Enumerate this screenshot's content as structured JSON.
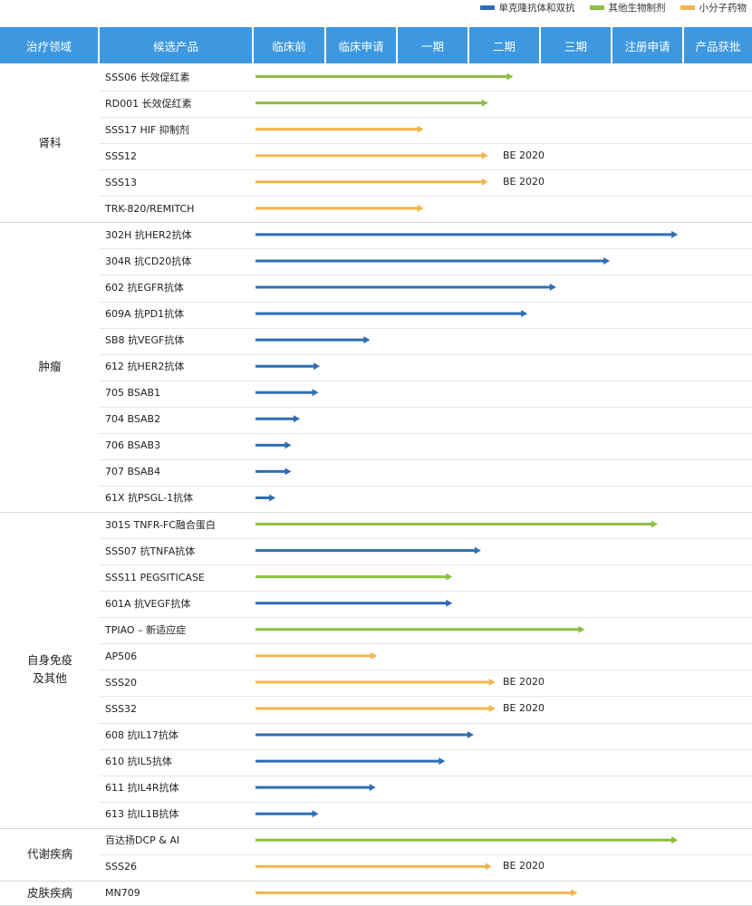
{
  "legend": [
    {
      "label": "单克隆抗体和双抗",
      "color": "#2f6db5"
    },
    {
      "label": "其他生物制剂",
      "color": "#8dbf3f"
    },
    {
      "label": "小分子药物",
      "color": "#f0b64d"
    }
  ],
  "header": [
    "治疗领域",
    "候选产品",
    "临床前",
    "临床申请",
    "一期",
    "二期",
    "三期",
    "注册申请",
    "产品获批"
  ],
  "chart_data": {
    "type": "bar",
    "stages": [
      "临床前",
      "临床申请",
      "一期",
      "二期",
      "三期",
      "注册申请",
      "产品获批"
    ],
    "series_types": [
      "单克隆抗体和双抗",
      "其他生物制剂",
      "小分子药物"
    ],
    "groups": [
      {
        "name": "肾科",
        "rows": [
          {
            "label": "SSS06 长效促红素",
            "type": "其他生物制剂",
            "progress": 3.6
          },
          {
            "label": "RD001 长效促红素",
            "type": "其他生物制剂",
            "progress": 3.25
          },
          {
            "label": "SSS17 HIF 抑制剂",
            "type": "小分子药物",
            "progress": 2.35
          },
          {
            "label": "SSS12",
            "type": "小分子药物",
            "progress": 3.25,
            "note": "BE 2020"
          },
          {
            "label": "SSS13",
            "type": "小分子药物",
            "progress": 3.25,
            "note": "BE 2020"
          },
          {
            "label": "TRK-820/REMITCH",
            "type": "小分子药物",
            "progress": 2.35
          }
        ]
      },
      {
        "name": "肿瘤",
        "rows": [
          {
            "label": "302H 抗HER2抗体",
            "type": "单克隆抗体和双抗",
            "progress": 5.9
          },
          {
            "label": "304R 抗CD20抗体",
            "type": "单克隆抗体和双抗",
            "progress": 4.95
          },
          {
            "label": "602   抗EGFR抗体",
            "type": "单克隆抗体和双抗",
            "progress": 4.2
          },
          {
            "label": "609A 抗PD1抗体",
            "type": "单克隆抗体和双抗",
            "progress": 3.8
          },
          {
            "label": "SB8   抗VEGF抗体",
            "type": "单克隆抗体和双抗",
            "progress": 1.6
          },
          {
            "label": "612   抗HER2抗体",
            "type": "单克隆抗体和双抗",
            "progress": 0.9
          },
          {
            "label": "705   BSAB1",
            "type": "单克隆抗体和双抗",
            "progress": 0.88
          },
          {
            "label": "704   BSAB2",
            "type": "单克隆抗体和双抗",
            "progress": 0.62
          },
          {
            "label": "706   BSAB3",
            "type": "单克隆抗体和双抗",
            "progress": 0.5
          },
          {
            "label": "707   BSAB4",
            "type": "单克隆抗体和双抗",
            "progress": 0.5
          },
          {
            "label": "61X  抗PSGL-1抗体",
            "type": "单克隆抗体和双抗",
            "progress": 0.28
          }
        ]
      },
      {
        "name": "自身免疫\n及其他",
        "rows": [
          {
            "label": "301S TNFR-FC融合蛋白",
            "type": "其他生物制剂",
            "progress": 5.62
          },
          {
            "label": "SSS07  抗TNFA抗体",
            "type": "单克隆抗体和双抗",
            "progress": 3.15
          },
          {
            "label": "SSS11  PEGSITICASE",
            "type": "其他生物制剂",
            "progress": 2.75
          },
          {
            "label": "601A  抗VEGF抗体",
            "type": "单克隆抗体和双抗",
            "progress": 2.75
          },
          {
            "label": "TPIAO – 新适应症",
            "type": "其他生物制剂",
            "progress": 4.6
          },
          {
            "label": "AP506",
            "type": "小分子药物",
            "progress": 1.7
          },
          {
            "label": "SSS20",
            "type": "小分子药物",
            "progress": 3.35,
            "note": "BE 2020"
          },
          {
            "label": "SSS32",
            "type": "小分子药物",
            "progress": 3.35,
            "note": "BE 2020"
          },
          {
            "label": "608  抗IL17抗体",
            "type": "单克隆抗体和双抗",
            "progress": 3.05
          },
          {
            "label": "610 抗IL5抗体",
            "type": "单克隆抗体和双抗",
            "progress": 2.65
          },
          {
            "label": "611 抗IL4R抗体",
            "type": "单克隆抗体和双抗",
            "progress": 1.68
          },
          {
            "label": "613 抗IL1B抗体",
            "type": "单克隆抗体和双抗",
            "progress": 0.88
          }
        ]
      },
      {
        "name": "代谢疾病",
        "rows": [
          {
            "label": "百达扬DCP & AI",
            "type": "其他生物制剂",
            "progress": 5.9
          },
          {
            "label": "SSS26",
            "type": "小分子药物",
            "progress": 3.3,
            "note": "BE 2020"
          }
        ]
      },
      {
        "name": "皮肤疾病",
        "rows": [
          {
            "label": "MN709",
            "type": "小分子药物",
            "progress": 4.5
          }
        ]
      }
    ]
  }
}
